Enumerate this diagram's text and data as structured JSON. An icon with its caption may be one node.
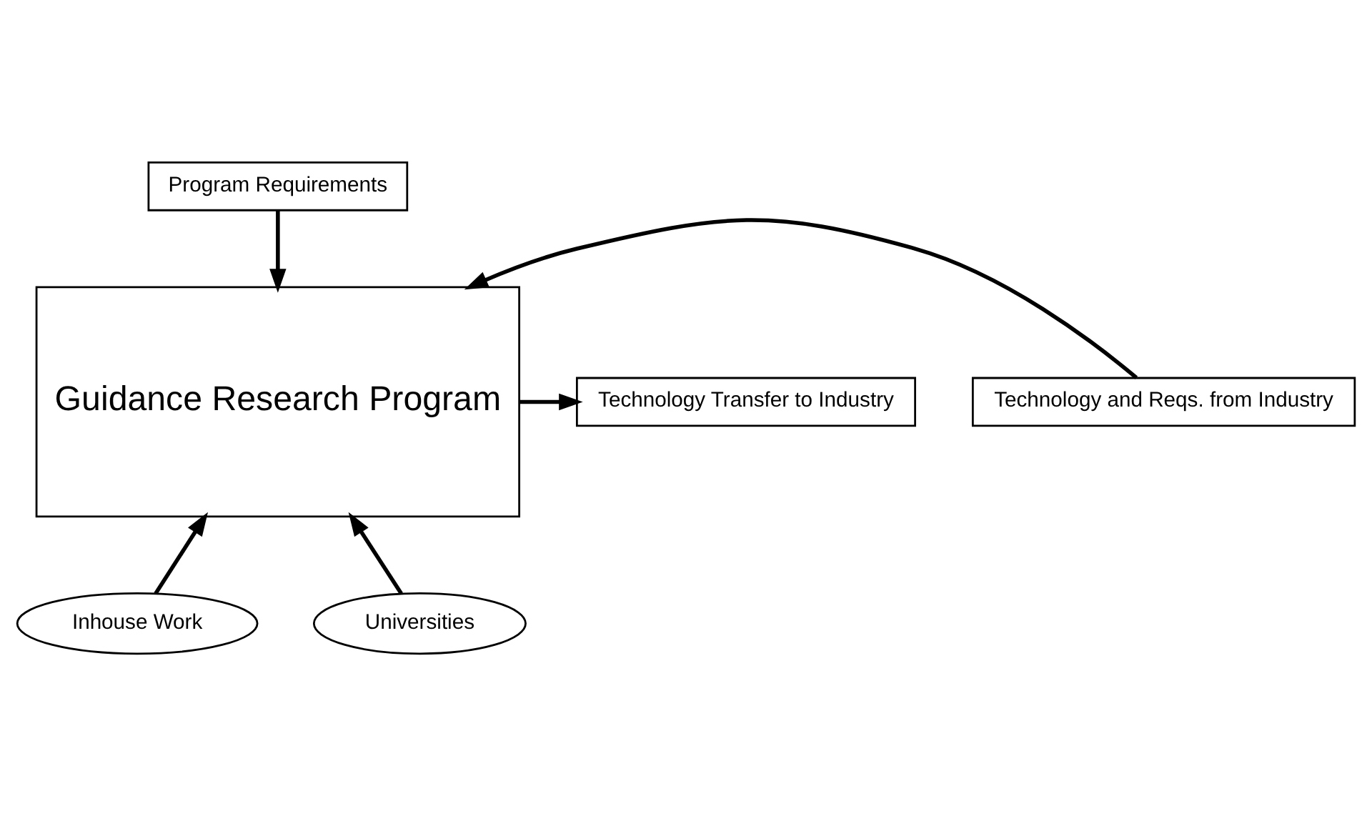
{
  "diagram": {
    "nodes": [
      {
        "text": [
          "Program Requirements"
        ]
      },
      {
        "text": [
          "Guidance Research Program"
        ]
      },
      {
        "text": [
          "Technology Transfer to Industry"
        ]
      },
      {
        "text": [
          "Technology and Reqs. from Industry"
        ]
      },
      {
        "text": [
          "Inhouse Work"
        ]
      },
      {
        "text": [
          "Universities"
        ]
      }
    ],
    "edges": [
      {
        "from": 0,
        "to": 1,
        "arrow": "to"
      },
      {
        "from": 1,
        "to": 2,
        "arrow": "to"
      },
      {
        "from": 3,
        "to": 1,
        "arrow": "to"
      },
      {
        "from": 4,
        "to": 1,
        "arrow": "to"
      },
      {
        "from": 5,
        "to": 1,
        "arrow": "to"
      }
    ]
  }
}
